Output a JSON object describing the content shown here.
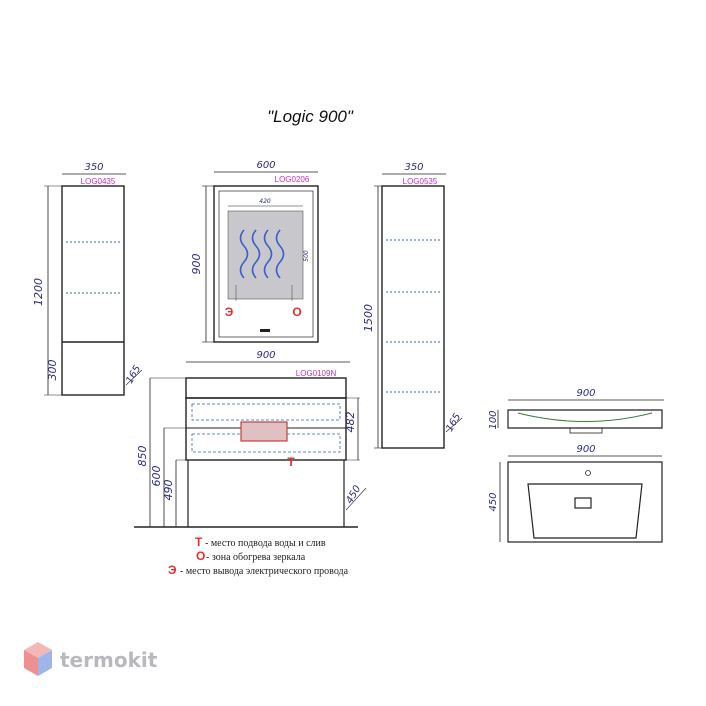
{
  "title": "\"Logic 900\"",
  "upper_cabinet": {
    "width": "350",
    "code": "LOG0435",
    "height": "1200",
    "shelf_height": "300",
    "depth": "165"
  },
  "mirror": {
    "width": "600",
    "code": "LOG0206",
    "height": "900",
    "inner_width": "420",
    "inner_height": "500",
    "mark_e": "Э",
    "mark_o": "О"
  },
  "tall_cabinet": {
    "width": "350",
    "code": "LOG0535",
    "height": "1500",
    "depth": "165"
  },
  "vanity": {
    "width": "900",
    "code": "LOG0109N",
    "height_total": "850",
    "height_600": "600",
    "height_490": "490",
    "body_height": "482",
    "depth": "450",
    "mark_t": "Т"
  },
  "sink_side": {
    "width": "900",
    "height": "100"
  },
  "sink_top": {
    "width": "900",
    "depth": "450"
  },
  "legend": [
    {
      "key": "Т",
      "text": "- место подвода воды и слив"
    },
    {
      "key": "О",
      "text": "- зона обогрева зеркала"
    },
    {
      "key": "Э",
      "text": "- место вывода электрического провода"
    }
  ],
  "brand": {
    "name": "termokit"
  },
  "colors": {
    "dimension": "#2b2b86",
    "code": "#c030c0",
    "accent": "#e03030",
    "dashed": "#3a5fc8"
  }
}
